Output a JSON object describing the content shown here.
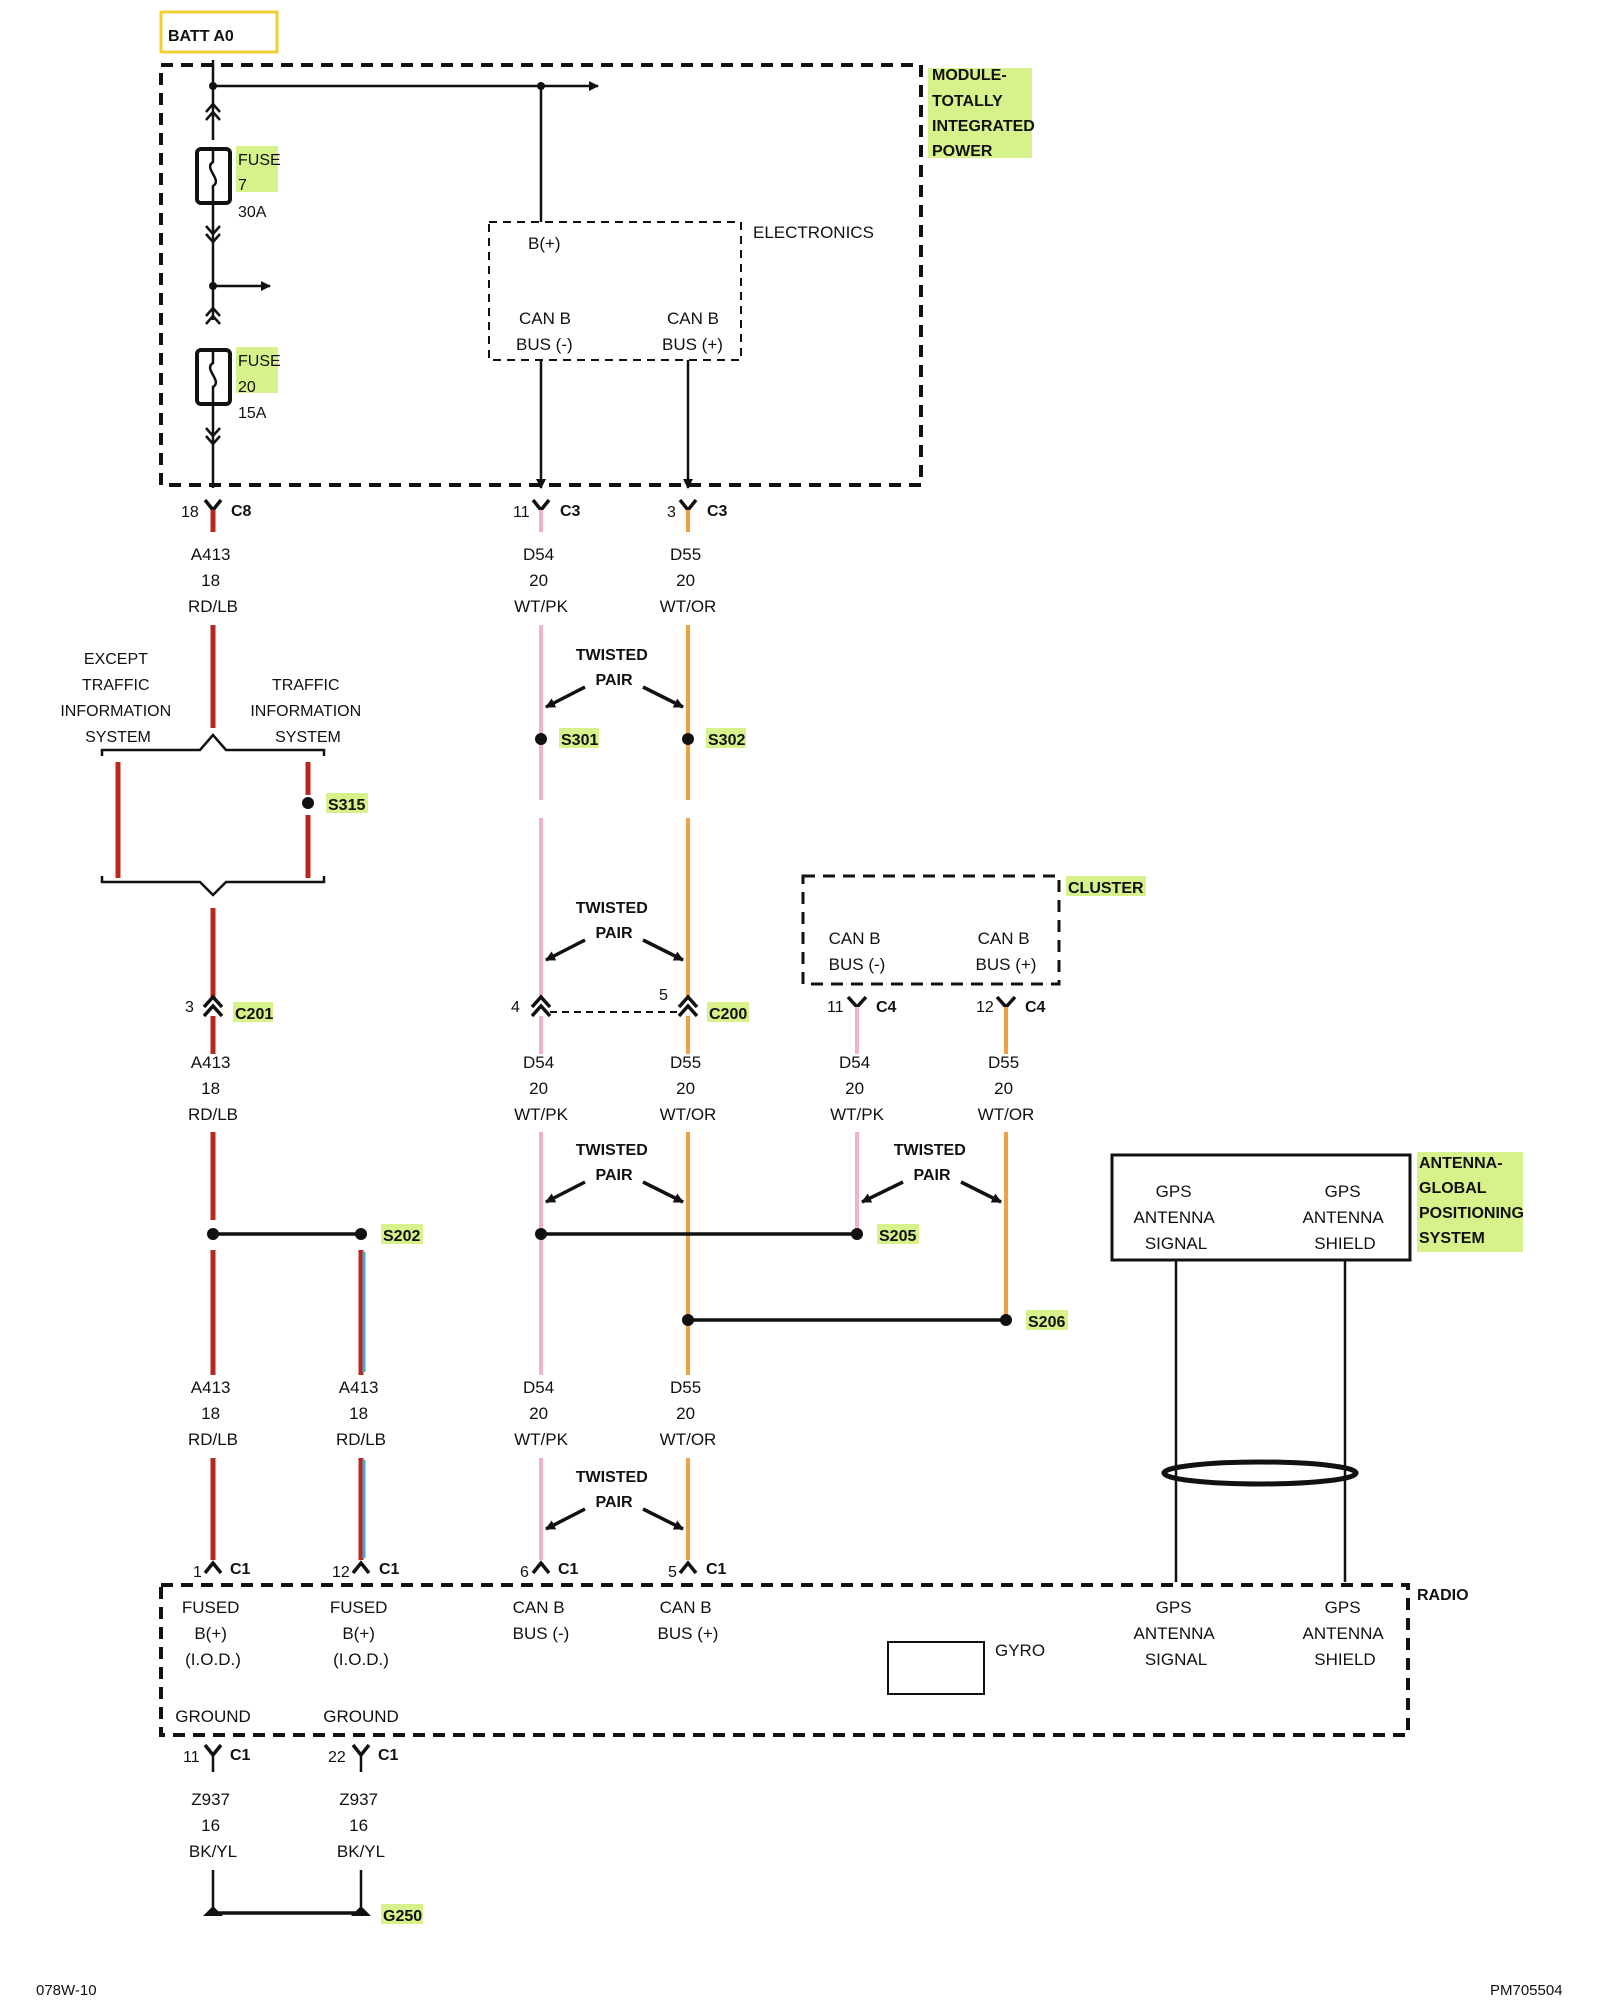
{
  "batt_label": "BATT A0",
  "tipm": {
    "name": [
      "MODULE-",
      "TOTALLY",
      "INTEGRATED",
      "POWER"
    ],
    "fuse7": [
      "FUSE",
      "7",
      "30A"
    ],
    "fuse20": [
      "FUSE",
      "20",
      "15A"
    ]
  },
  "electronics": {
    "label": "ELECTRONICS",
    "bplus": "B(+)",
    "can_neg": [
      "CAN B",
      "BUS (-)"
    ],
    "can_pos": [
      "CAN B",
      "BUS (+)"
    ]
  },
  "connectors": {
    "c8": {
      "pin": "18",
      "name": "C8"
    },
    "c3a": {
      "pin": "11",
      "name": "C3"
    },
    "c3b": {
      "pin": "3",
      "name": "C3"
    },
    "c201": {
      "pin": "3",
      "name": "C201"
    },
    "c200a": {
      "pin": "4"
    },
    "c200b": {
      "pin": "5",
      "name": "C200"
    },
    "c4a": {
      "pin": "11",
      "name": "C4"
    },
    "c4b": {
      "pin": "12",
      "name": "C4"
    },
    "c1_1": {
      "pin": "1",
      "name": "C1"
    },
    "c1_12": {
      "pin": "12",
      "name": "C1"
    },
    "c1_6": {
      "pin": "6",
      "name": "C1"
    },
    "c1_5": {
      "pin": "5",
      "name": "C1"
    },
    "c1_11": {
      "pin": "11",
      "name": "C1"
    },
    "c1_22": {
      "pin": "22",
      "name": "C1"
    }
  },
  "wires": {
    "a413": [
      "A413",
      "18",
      "RD/LB"
    ],
    "d54": [
      "D54",
      "20",
      "WT/PK"
    ],
    "d55": [
      "D55",
      "20",
      "WT/OR"
    ],
    "z937": [
      "Z937",
      "16",
      "BK/YL"
    ]
  },
  "branch": {
    "except": [
      "EXCEPT",
      "TRAFFIC",
      "INFORMATION",
      "SYSTEM"
    ],
    "traffic": [
      "TRAFFIC",
      "INFORMATION",
      "SYSTEM"
    ]
  },
  "twisted_pair": [
    "TWISTED",
    "PAIR"
  ],
  "splices": {
    "s301": "S301",
    "s302": "S302",
    "s315": "S315",
    "s202": "S202",
    "s205": "S205",
    "s206": "S206"
  },
  "ground": "G250",
  "cluster": {
    "name": "CLUSTER",
    "can_neg": [
      "CAN B",
      "BUS (-)"
    ],
    "can_pos": [
      "CAN B",
      "BUS (+)"
    ]
  },
  "antenna": {
    "name": [
      "ANTENNA-",
      "GLOBAL",
      "POSITIONING",
      "SYSTEM"
    ],
    "signal": [
      "GPS",
      "ANTENNA",
      "SIGNAL"
    ],
    "shield": [
      "GPS",
      "ANTENNA",
      "SHIELD"
    ]
  },
  "radio": {
    "name": "RADIO",
    "fused1": [
      "FUSED",
      "B(+)",
      "(I.O.D.)"
    ],
    "fused2": [
      "FUSED",
      "B(+)",
      "(I.O.D.)"
    ],
    "can_neg": [
      "CAN B",
      "BUS (-)"
    ],
    "can_pos": [
      "CAN B",
      "BUS (+)"
    ],
    "gyro": "GYRO",
    "gps_signal": [
      "GPS",
      "ANTENNA",
      "SIGNAL"
    ],
    "gps_shield": [
      "GPS",
      "ANTENNA",
      "SHIELD"
    ],
    "ground1": "GROUND",
    "ground2": "GROUND"
  },
  "footer": {
    "left": "078W-10",
    "right": "PM705504"
  },
  "colors": {
    "rd_lb": "#b8281e",
    "wt_pk": "#f2b3c3",
    "wt_or": "#f0a040",
    "highlight": "#d7f28a",
    "batt_box": "#f2d033"
  }
}
